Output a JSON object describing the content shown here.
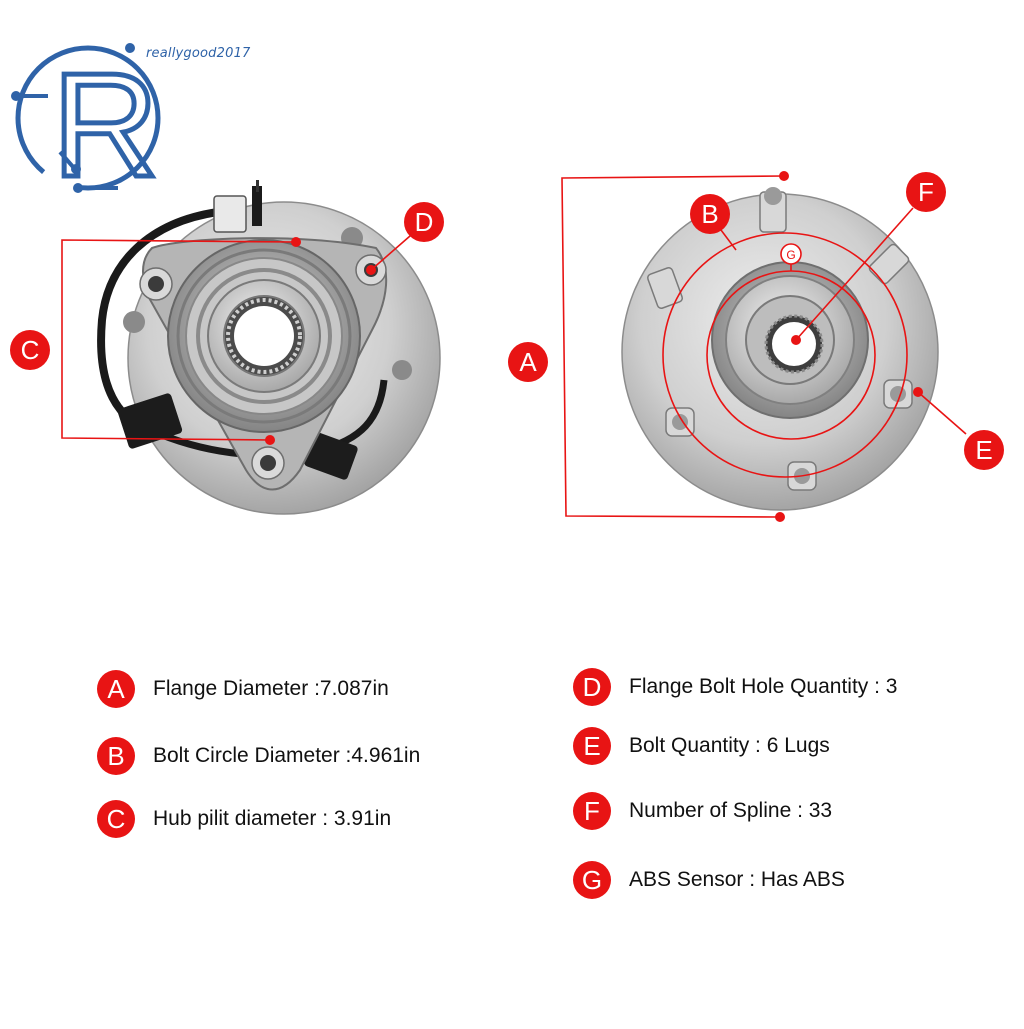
{
  "brand": {
    "text": "reallygood2017",
    "logo_letter": "R",
    "color": "#2f63a8"
  },
  "accent_color": "#e81414",
  "callouts": {
    "left": {
      "D": "D",
      "C": "C"
    },
    "right": {
      "A": "A",
      "B": "B",
      "F": "F",
      "G": "G",
      "E": "E"
    }
  },
  "specs": [
    {
      "letter": "A",
      "text": "Flange Diameter :7.087in"
    },
    {
      "letter": "B",
      "text": "Bolt Circle Diameter :4.961in"
    },
    {
      "letter": "C",
      "text": "Hub pilit diameter : 3.91in"
    },
    {
      "letter": "D",
      "text": "Flange Bolt Hole Quantity : 3"
    },
    {
      "letter": "E",
      "text": "Bolt Quantity : 6 Lugs"
    },
    {
      "letter": "F",
      "text": "Number of Spline : 33"
    },
    {
      "letter": "G",
      "text": "ABS Sensor : Has ABS"
    }
  ]
}
